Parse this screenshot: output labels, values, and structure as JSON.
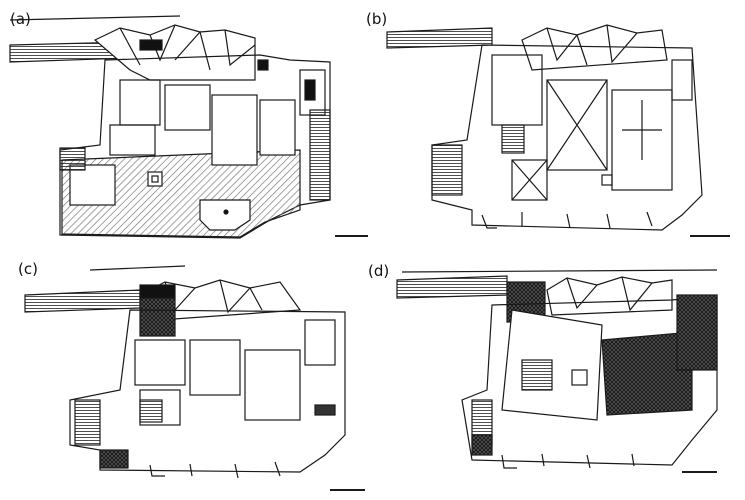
{
  "panels": [
    {
      "label": "(a)"
    },
    {
      "label": "(b)"
    },
    {
      "label": "(c)"
    },
    {
      "label": "(d)"
    }
  ],
  "colors": {
    "line": "#1a1a1a",
    "hatch_light": "#9a9a9a",
    "hatch_dark": "#2a2a2a",
    "paper": "#ffffff"
  }
}
